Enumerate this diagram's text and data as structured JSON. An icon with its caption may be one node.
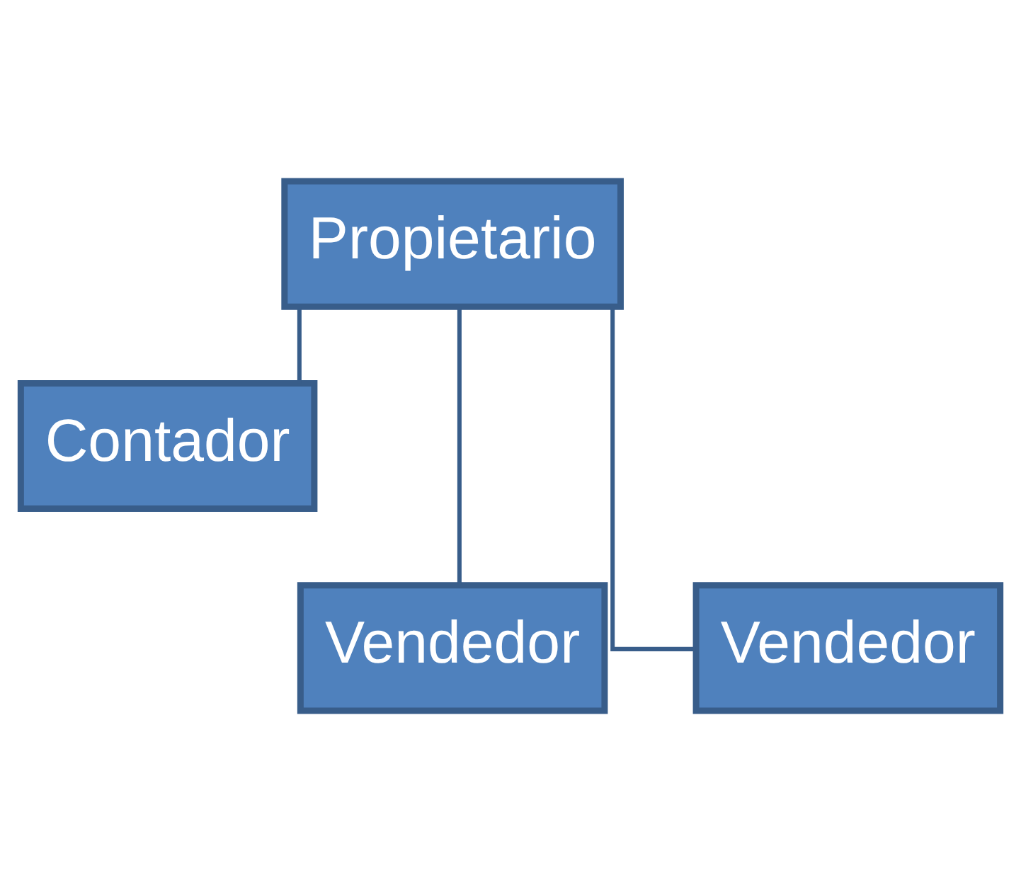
{
  "diagram": {
    "nodes": [
      {
        "text": [
          "Propietario"
        ]
      },
      {
        "text": [
          "Contador"
        ]
      },
      {
        "text": [
          "Vendedor"
        ]
      },
      {
        "text": [
          "Vendedor"
        ]
      }
    ],
    "edges": [
      {
        "from": 0,
        "to": 1,
        "arrow": "none"
      },
      {
        "from": 0,
        "to": 2,
        "arrow": "none"
      },
      {
        "from": 0,
        "to": 3,
        "arrow": "none"
      }
    ]
  }
}
